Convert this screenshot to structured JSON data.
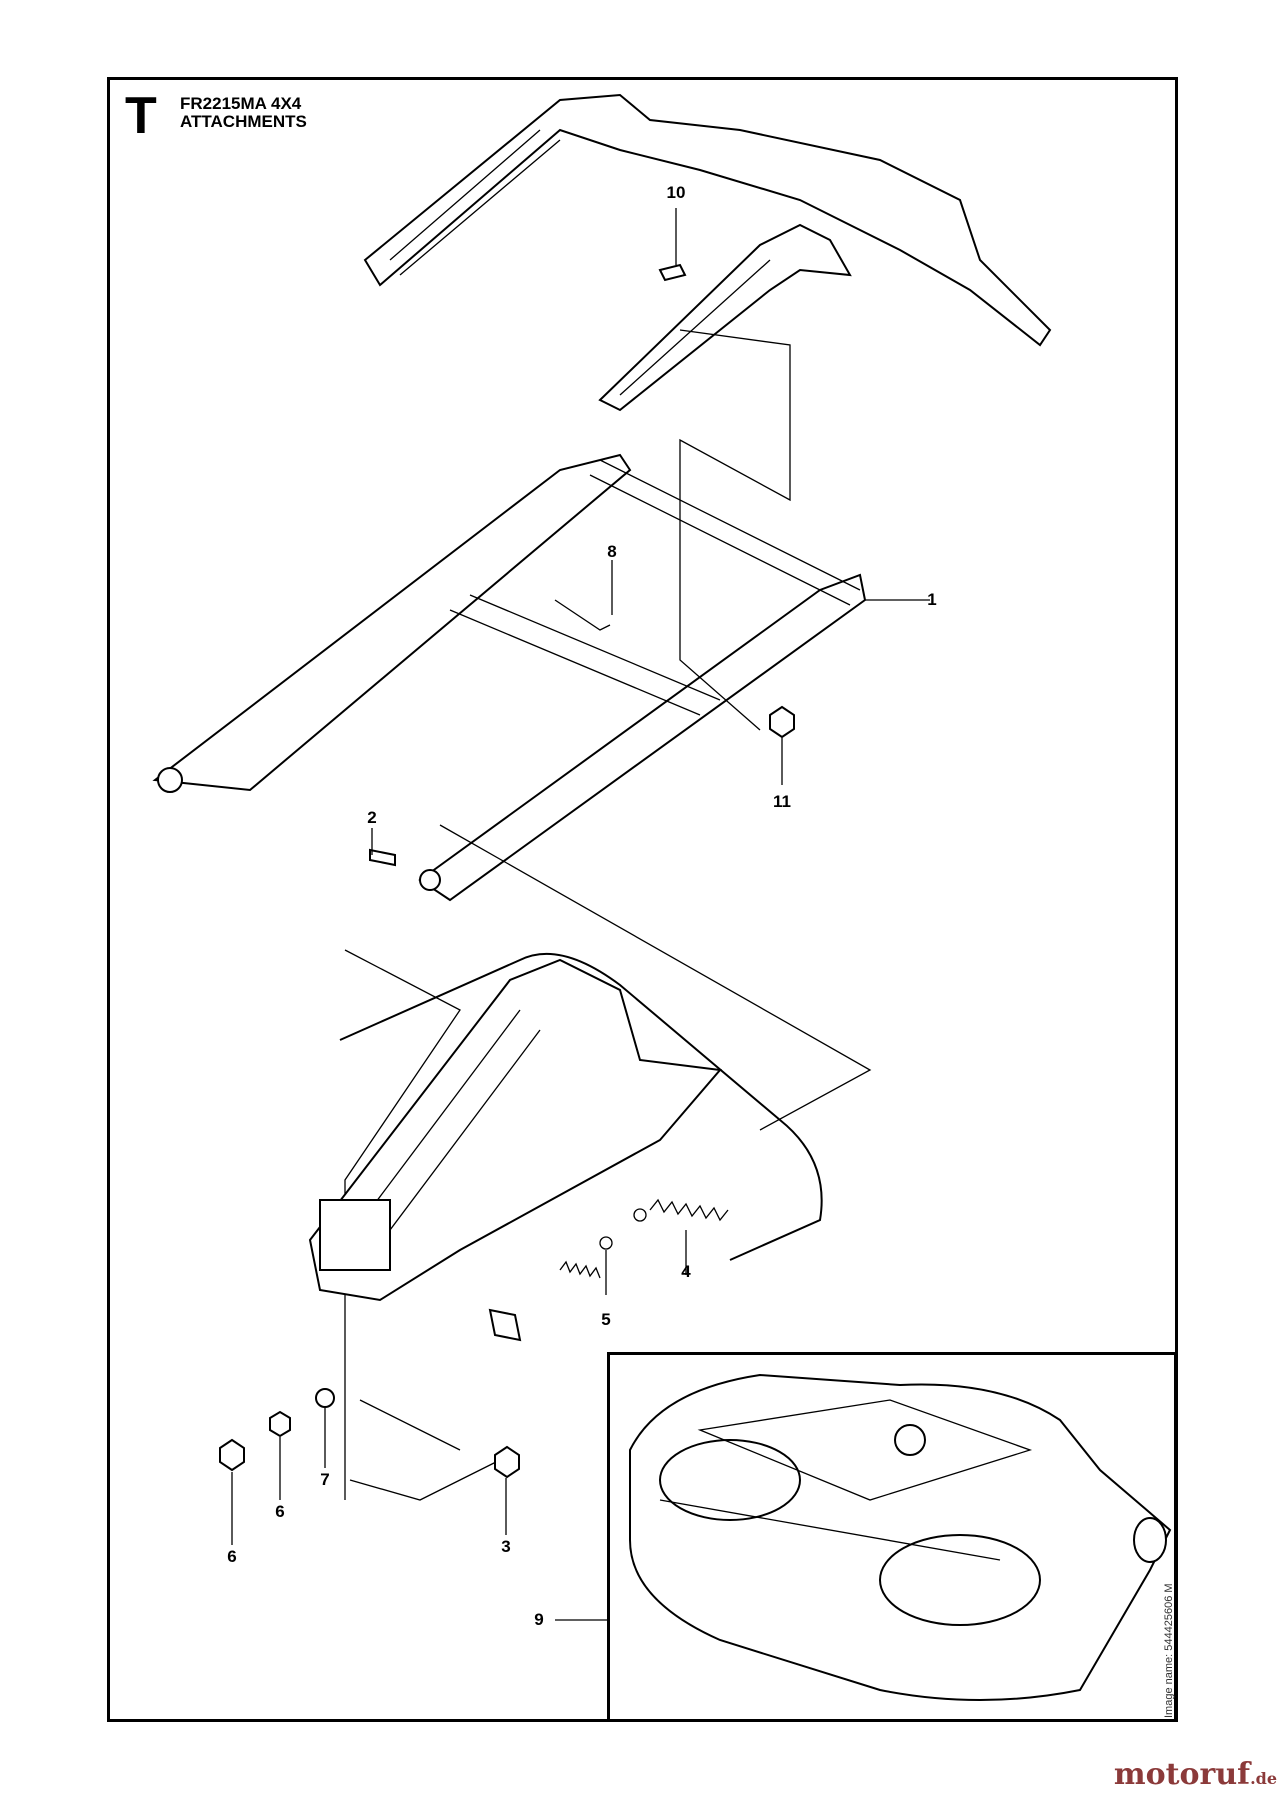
{
  "header": {
    "section_letter": "T",
    "model": "FR2215MA 4X4",
    "title": "ATTACHMENTS"
  },
  "callouts": [
    {
      "id": "c1",
      "label": "1"
    },
    {
      "id": "c2",
      "label": "2"
    },
    {
      "id": "c3",
      "label": "3"
    },
    {
      "id": "c4",
      "label": "4"
    },
    {
      "id": "c5",
      "label": "5"
    },
    {
      "id": "c6a",
      "label": "6"
    },
    {
      "id": "c6b",
      "label": "6"
    },
    {
      "id": "c7",
      "label": "7"
    },
    {
      "id": "c8",
      "label": "8"
    },
    {
      "id": "c9",
      "label": "9"
    },
    {
      "id": "c10",
      "label": "10"
    },
    {
      "id": "c11",
      "label": "11"
    }
  ],
  "side_caption": "Image name: 544425606 M",
  "watermark": {
    "name": "motoruf",
    "tld": ".de"
  }
}
